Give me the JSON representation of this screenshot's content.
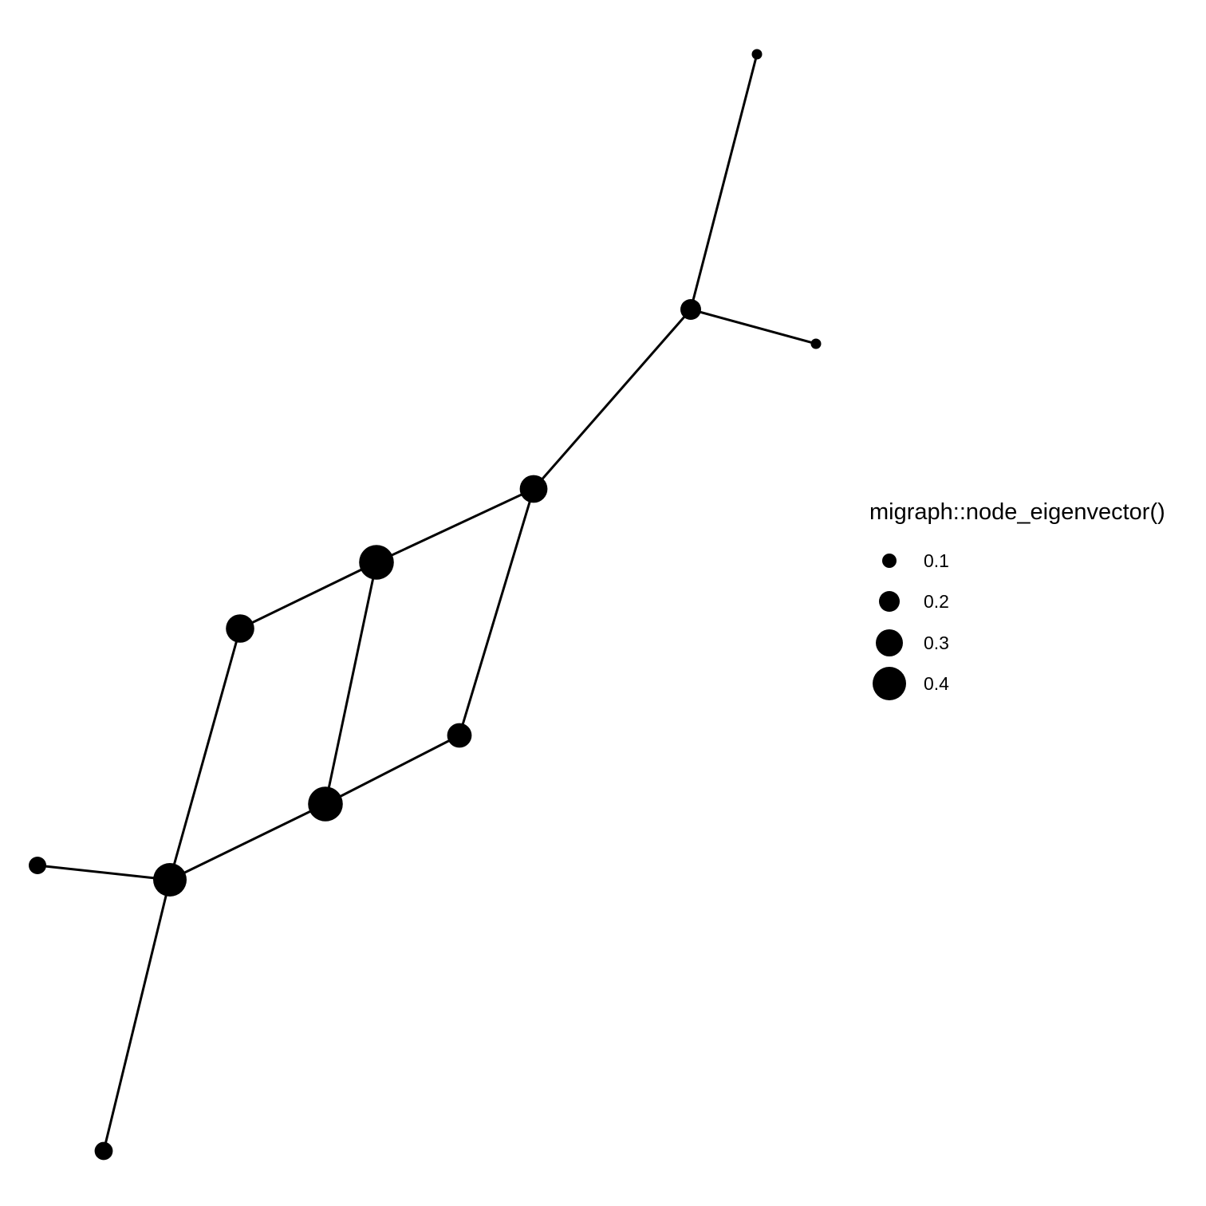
{
  "legend": {
    "title": "migraph::node_eigenvector()",
    "entries": [
      {
        "label": "0.1",
        "value": 0.1
      },
      {
        "label": "0.2",
        "value": 0.2
      },
      {
        "label": "0.3",
        "value": 0.3
      },
      {
        "label": "0.4",
        "value": 0.4
      }
    ]
  },
  "graph": {
    "nodes": [
      {
        "id": "a",
        "eigenvector": 0.05
      },
      {
        "id": "b",
        "eigenvector": 0.2
      },
      {
        "id": "c",
        "eigenvector": 0.05
      },
      {
        "id": "d",
        "eigenvector": 0.31
      },
      {
        "id": "e",
        "eigenvector": 0.42
      },
      {
        "id": "f",
        "eigenvector": 0.32
      },
      {
        "id": "g",
        "eigenvector": 0.26
      },
      {
        "id": "h",
        "eigenvector": 0.42
      },
      {
        "id": "i",
        "eigenvector": 0.15
      },
      {
        "id": "j",
        "eigenvector": 0.4
      },
      {
        "id": "k",
        "eigenvector": 0.16
      }
    ],
    "edges": [
      [
        "a",
        "b"
      ],
      [
        "b",
        "c"
      ],
      [
        "b",
        "d"
      ],
      [
        "d",
        "e"
      ],
      [
        "d",
        "g"
      ],
      [
        "e",
        "f"
      ],
      [
        "e",
        "h"
      ],
      [
        "f",
        "j"
      ],
      [
        "h",
        "g"
      ],
      [
        "h",
        "j"
      ],
      [
        "i",
        "j"
      ],
      [
        "j",
        "k"
      ]
    ],
    "colors": {
      "node": "#000000",
      "edge": "#000000"
    }
  }
}
